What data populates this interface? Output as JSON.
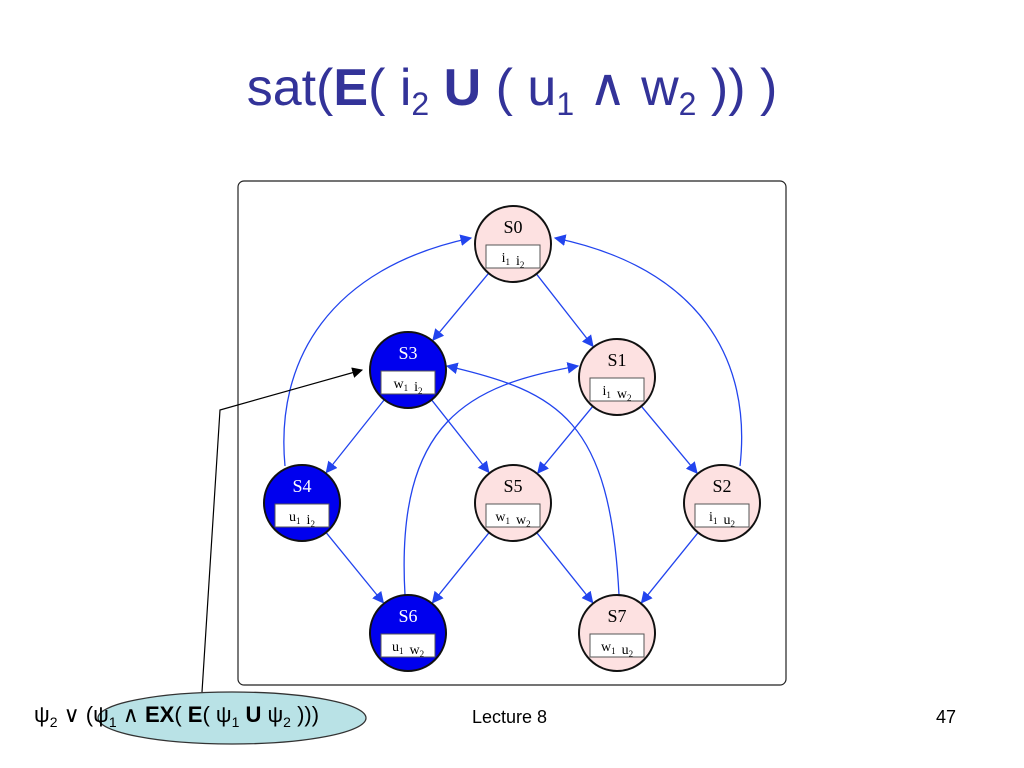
{
  "title": {
    "prefix": "sat(",
    "E": "E",
    "open": "( i",
    "i_sub": "2",
    "U": "U",
    "paren": " ( u",
    "u_sub": "1",
    "and": " ∧ w",
    "w_sub": "2",
    "close": " )) )"
  },
  "nodes": [
    {
      "id": "S0",
      "label": "S0",
      "props": [
        [
          "i",
          "1"
        ],
        [
          "i",
          "2"
        ]
      ],
      "state": "unmarked"
    },
    {
      "id": "S1",
      "label": "S1",
      "props": [
        [
          "i",
          "1"
        ],
        [
          "w",
          "2"
        ]
      ],
      "state": "unmarked"
    },
    {
      "id": "S2",
      "label": "S2",
      "props": [
        [
          "i",
          "1"
        ],
        [
          "u",
          "2"
        ]
      ],
      "state": "unmarked"
    },
    {
      "id": "S3",
      "label": "S3",
      "props": [
        [
          "w",
          "1"
        ],
        [
          "i",
          "2"
        ]
      ],
      "state": "marked"
    },
    {
      "id": "S4",
      "label": "S4",
      "props": [
        [
          "u",
          "1"
        ],
        [
          "i",
          "2"
        ]
      ],
      "state": "marked"
    },
    {
      "id": "S5",
      "label": "S5",
      "props": [
        [
          "w",
          "1"
        ],
        [
          "w",
          "2"
        ]
      ],
      "state": "unmarked"
    },
    {
      "id": "S6",
      "label": "S6",
      "props": [
        [
          "u",
          "1"
        ],
        [
          "w",
          "2"
        ]
      ],
      "state": "marked"
    },
    {
      "id": "S7",
      "label": "S7",
      "props": [
        [
          "w",
          "1"
        ],
        [
          "u",
          "2"
        ]
      ],
      "state": "unmarked"
    }
  ],
  "edges": [
    [
      "S0",
      "S3"
    ],
    [
      "S0",
      "S1"
    ],
    [
      "S3",
      "S4"
    ],
    [
      "S3",
      "S5"
    ],
    [
      "S1",
      "S5"
    ],
    [
      "S1",
      "S2"
    ],
    [
      "S4",
      "S6"
    ],
    [
      "S5",
      "S6"
    ],
    [
      "S5",
      "S7"
    ],
    [
      "S2",
      "S7"
    ],
    [
      "S4",
      "S0"
    ],
    [
      "S2",
      "S0"
    ],
    [
      "S6",
      "S1"
    ],
    [
      "S7",
      "S3"
    ]
  ],
  "colors": {
    "marked_fill": "#0000ee",
    "unmarked_fill": "#fde1e1",
    "edge": "#2244ee",
    "title": "#333399",
    "ellipse_fill": "#b9e2e6"
  },
  "formula": {
    "psi2": "ψ",
    "psi2_sub": "2",
    "or": " ∨ (ψ",
    "psi1_sub": "1",
    "and": " ∧ ",
    "EX": "EX",
    "paren1": "( ",
    "E": "E",
    "paren2": "( ψ",
    "psi1b_sub": "1",
    "U": " U",
    "psi2b": " ψ",
    "psi2b_sub": "2",
    "close": " )))"
  },
  "footer": {
    "center": "Lecture 8",
    "page": "47"
  }
}
